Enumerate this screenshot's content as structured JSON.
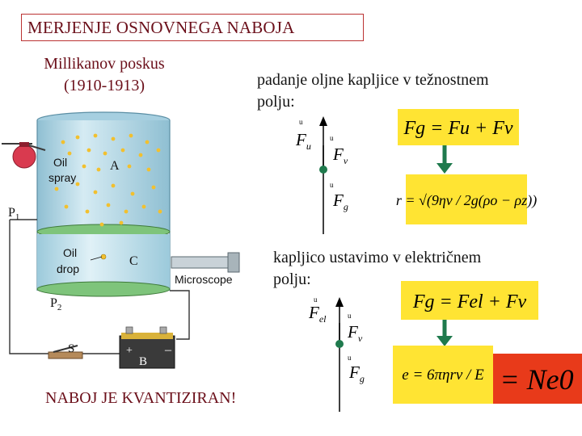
{
  "title": "MERJENJE OSNOVNEGA NABOJA",
  "subtitle_line1": "Millikanov poskus",
  "subtitle_line2": "(1910-1913)",
  "apparatus": {
    "oil_spray_line1": "Oil",
    "oil_spray_line2": "spray",
    "chamber_a": "A",
    "plate_p1": "P",
    "plate_p1_sub": "1",
    "oil_drop_line1": "Oil",
    "oil_drop_line2": "drop",
    "chamber_c": "C",
    "microscope": "Microscope",
    "plate_p2": "P",
    "plate_p2_sub": "2",
    "switch_s": "S",
    "battery_b": "B",
    "battery_plus": "+",
    "battery_minus": "–"
  },
  "gravity_field": {
    "text_line1": "padanje oljne kapljice v težnostnem",
    "text_line2": "polju:",
    "force_up": "F",
    "force_up_sub": "u",
    "force_viscous": "F",
    "force_viscous_sub": "v",
    "force_gravity": "F",
    "force_gravity_sub": "g",
    "vector_mark": "u",
    "equation_balance": "Fg = Fu + Fv",
    "equation_radius": "r = √(9ηv / 2g(ρo − ρz))"
  },
  "electric_field": {
    "text_line1": "kapljico ustavimo v električnem",
    "text_line2": "polju:",
    "force_electric": "F",
    "force_electric_sub": "el",
    "force_viscous": "F",
    "force_viscous_sub": "v",
    "force_gravity": "F",
    "force_gravity_sub": "g",
    "vector_mark": "u",
    "equation_balance": "Fg = Fel + Fv",
    "equation_charge": "e = 6πηrv / E",
    "equation_result": "= Ne0"
  },
  "conclusion": "NABOJ JE KVANTIZIRAN!",
  "colors": {
    "title_text": "#6b0f1a",
    "title_border": "#b33333",
    "equation_background": "#ffe433",
    "result_background": "#e83a1a",
    "arrow_green": "#1f7a4d",
    "chamber_fill": "#b8d9e6",
    "plate_green": "#7ec47b",
    "oil_particles": "#f2c02e"
  }
}
